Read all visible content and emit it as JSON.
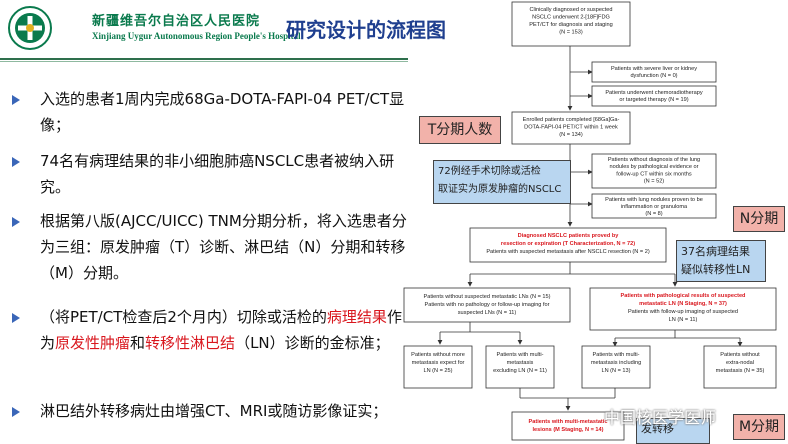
{
  "header": {
    "hospital_cn": "新疆维吾尔自治区人民医院",
    "hospital_en": "Xinjiang Uygur Autonomous Region People's Hospital",
    "slide_title": "研究设计的流程图"
  },
  "bullets": [
    {
      "segments": [
        {
          "text": "入选的患者1周内完成68Ga-DOTA-FAPI-04 PET/CT显像；",
          "red": false
        }
      ]
    },
    {
      "segments": [
        {
          "text": "74名有病理结果的非小细胞肺癌NSCLC患者被纳入研究。",
          "red": false
        }
      ]
    },
    {
      "segments": [
        {
          "text": "根据第八版(AJCC/UICC) TNM分期分析，将入选患者分为三组：原发肿瘤（T）诊断、淋巴结（N）分期和转移（M）分期。",
          "red": false
        }
      ]
    },
    {
      "segments": [
        {
          "text": "（将PET/CT检查后2个月内）切除或活检的",
          "red": false
        },
        {
          "text": "病理结果",
          "red": true
        },
        {
          "text": "作为",
          "red": false
        },
        {
          "text": "原发性肿瘤",
          "red": true
        },
        {
          "text": "和",
          "red": false
        },
        {
          "text": "转移性淋巴结",
          "red": true
        },
        {
          "text": "（LN）诊断的金标准；",
          "red": false
        }
      ]
    },
    {
      "segments": [
        {
          "text": "淋巴结外转移病灶由增强CT、MRI或随访影像证实；",
          "red": false
        }
      ]
    }
  ],
  "flow": {
    "b1": [
      "Clinically diagnosed or suspected",
      "NSCLC underwent 2-[18F]FDG",
      "PET/CT for diagnosis and staging",
      "(N = 153)"
    ],
    "e1": [
      "Patients with severe liver or kidney",
      "dysfunction (N = 0)"
    ],
    "e2": [
      "Patients underwent chemoradiotherapy",
      "or targeted therapy  (N = 19)"
    ],
    "b2": [
      "Enrolled patients completed [68Ga]Ga-",
      "DOTA-FAPI-04 PET/CT within 1 week",
      "(N = 134)"
    ],
    "e3": [
      "Patients without diagnosis of the lung",
      "nodules by pathological evidence or",
      "follow-up CT within six months",
      "(N = 52)"
    ],
    "e4": [
      "Patients with lung nodules proven to be",
      "inflammation or granuloma",
      "(N = 8)"
    ],
    "b3": [
      "Diagnosed NSCLC patients proved by",
      "resection or expiration (T Characterization, N = 72)",
      "Patients with suspected metastasis after NSCLC resection (N = 2)"
    ],
    "b4": [
      "Patients without suspected metastatic LNs (N = 15)",
      "Patients with no pathology or follow-up imaging for",
      "suspected LNs  (N = 11)"
    ],
    "b5": [
      "Patients with pathological results of  suspected",
      "metastatic LN (N Staging, N = 37)",
      "Patients with follow-up imaging of suspected",
      "LN (N = 11)"
    ],
    "b6": [
      "Patients without more",
      "metastasis expect for",
      "LN (N = 25)"
    ],
    "b7": [
      "Patients with multi-",
      "metastasis",
      "excluding LN (N = 11)"
    ],
    "b8": [
      "Patients with multi-",
      "metastasis including",
      "LN (N = 13)"
    ],
    "b9": [
      "Patients without",
      "extra-nodal",
      "metastasis (N = 35)"
    ],
    "b10": [
      "Patients with multi-metastatic",
      "lesions (M Staging, N = 14)"
    ]
  },
  "callouts": {
    "t_staging": "T分期人数",
    "n_staging": "N分期",
    "m_staging": "M分期",
    "resection_note": [
      "72例经手术切除或活检",
      "取证实为原发肿瘤的NSCLC"
    ],
    "ln_note": [
      "37名病理结果",
      "疑似转移性LN"
    ],
    "metastasis_note": [
      "发转移"
    ]
  },
  "watermark": "中国核医学医师",
  "colors": {
    "accent": "#1f3f8f",
    "red": "#d9171e",
    "green": "#0a7a4d",
    "callout_red": "#f2b2aa",
    "callout_blue": "#b9d6f0"
  }
}
